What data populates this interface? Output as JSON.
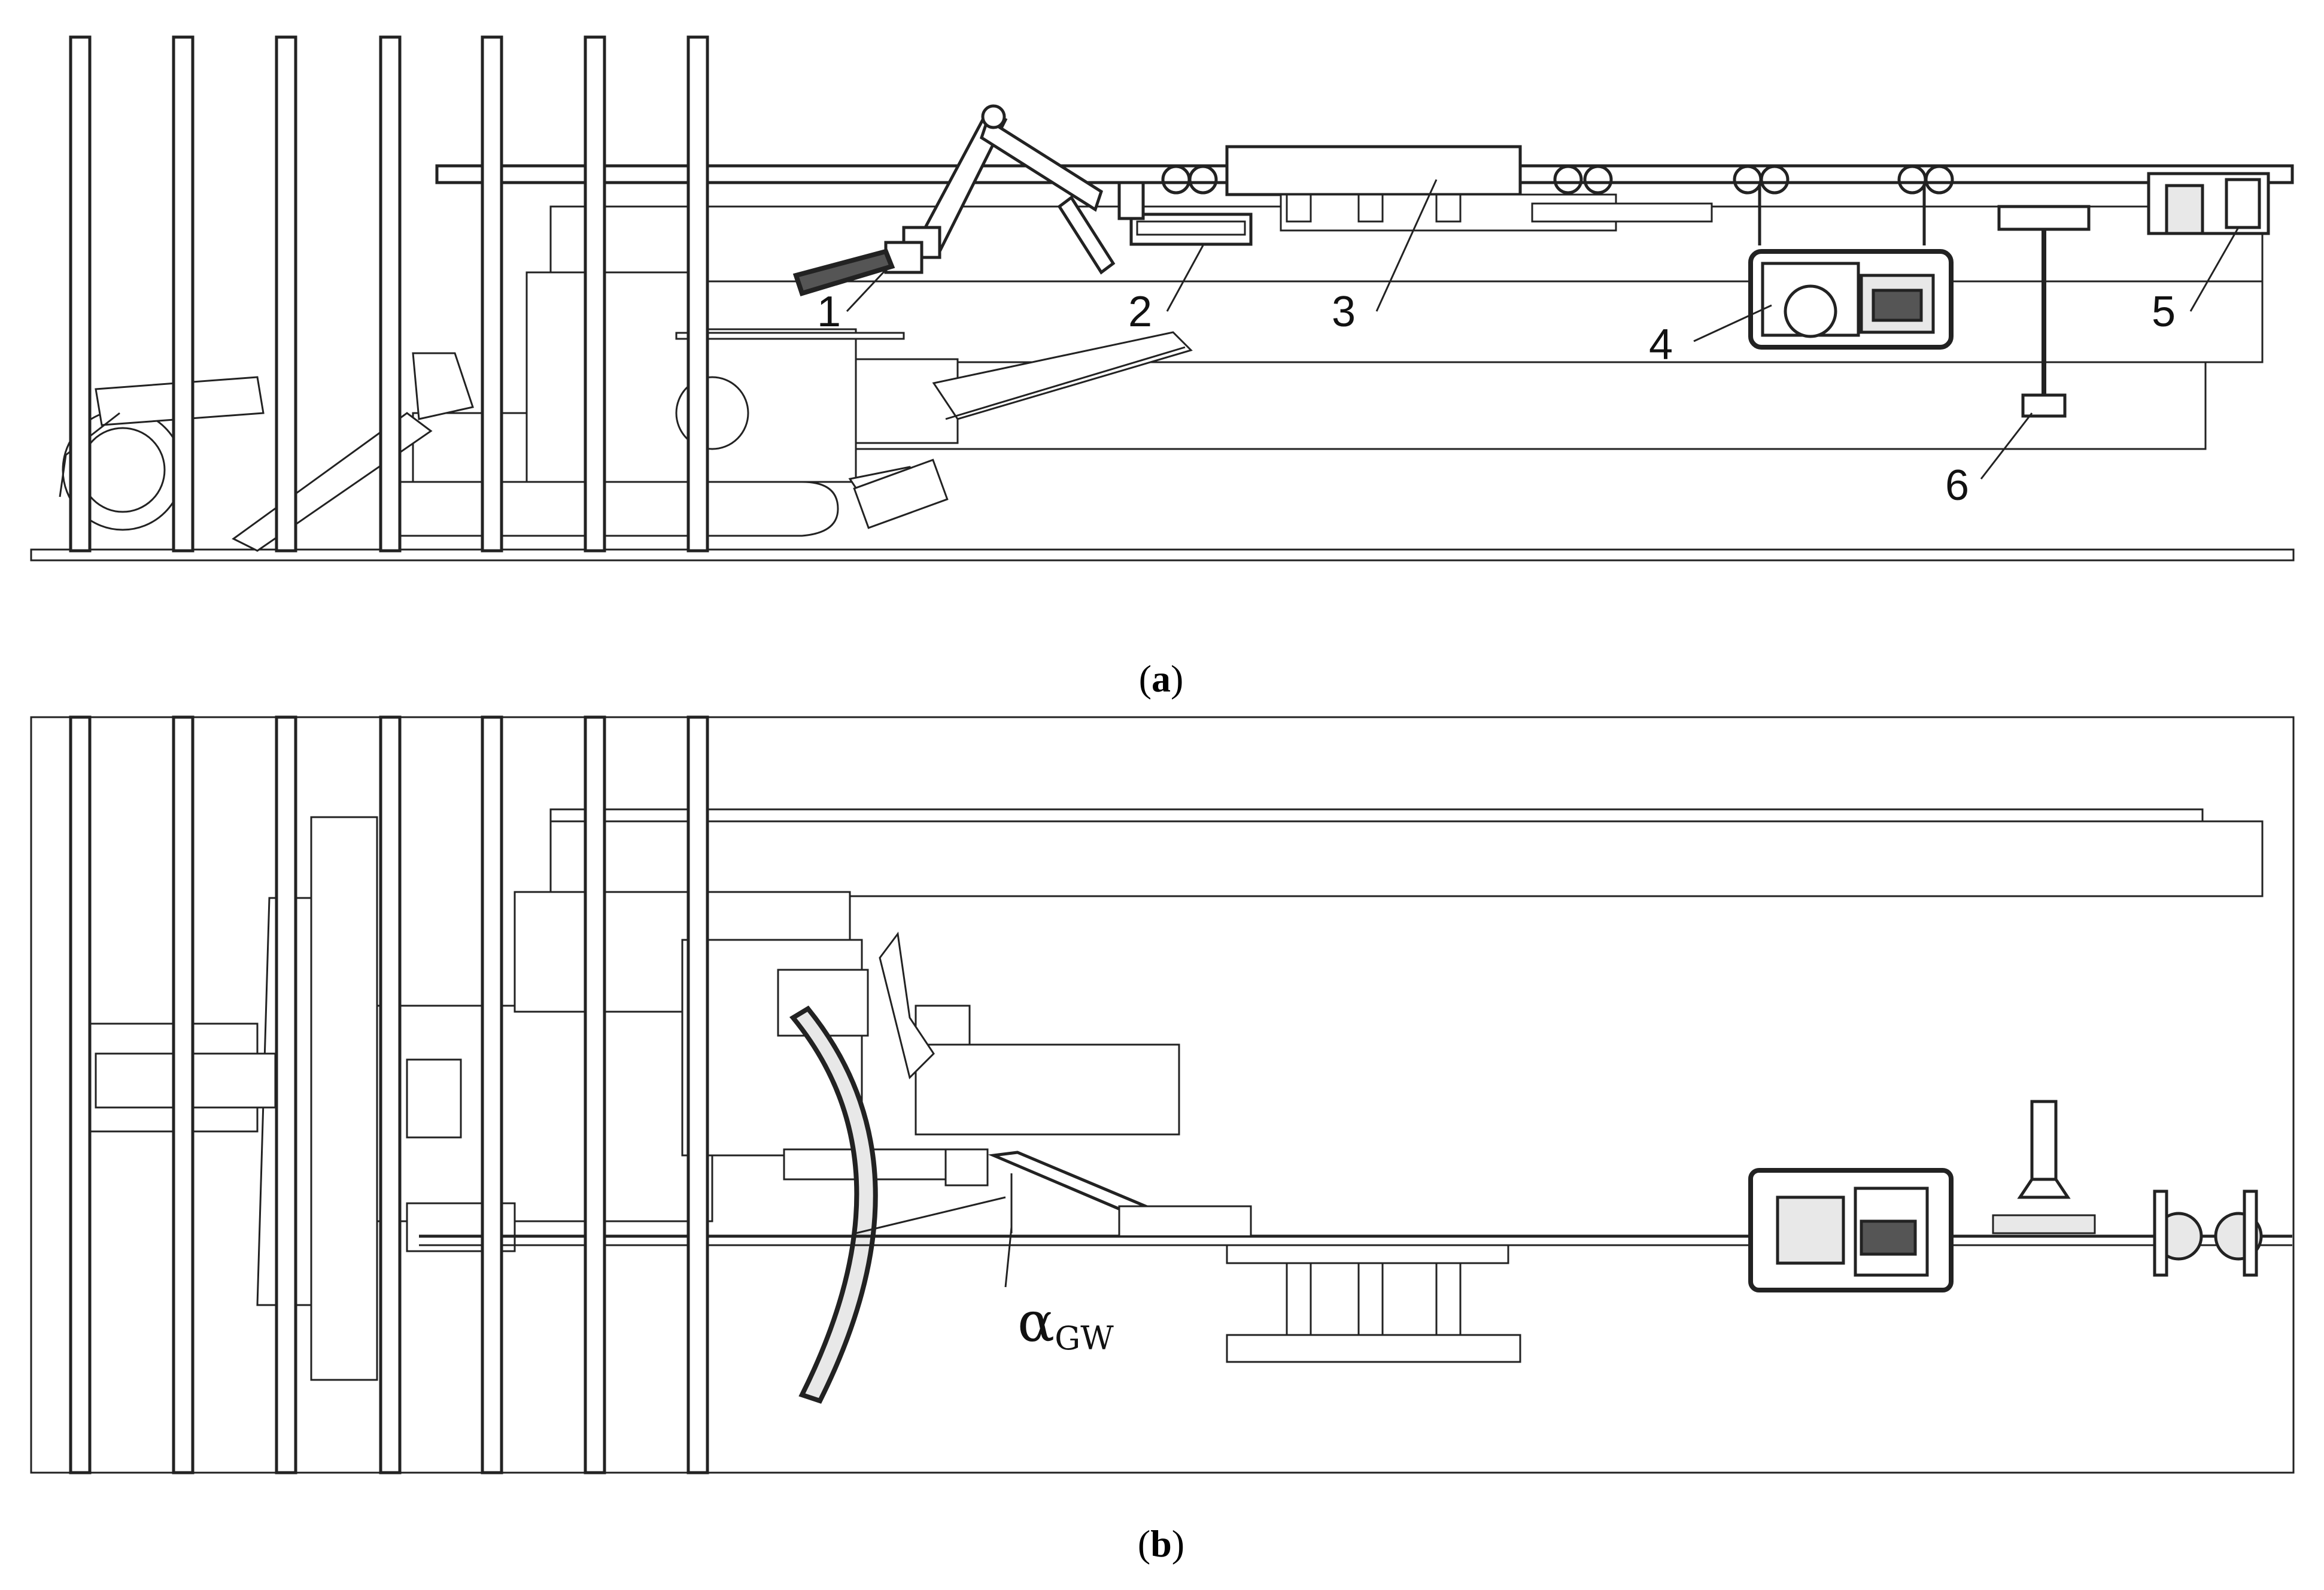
{
  "figure": {
    "panels": [
      {
        "id": "a",
        "caption_open": "(",
        "caption_letter": "a",
        "caption_close": ")",
        "callouts": [
          "1",
          "2",
          "3",
          "4",
          "5",
          "6"
        ]
      },
      {
        "id": "b",
        "caption_open": "(",
        "caption_letter": "b",
        "caption_close": ")",
        "angle_symbol": "α",
        "angle_subscript": "GW"
      }
    ]
  }
}
